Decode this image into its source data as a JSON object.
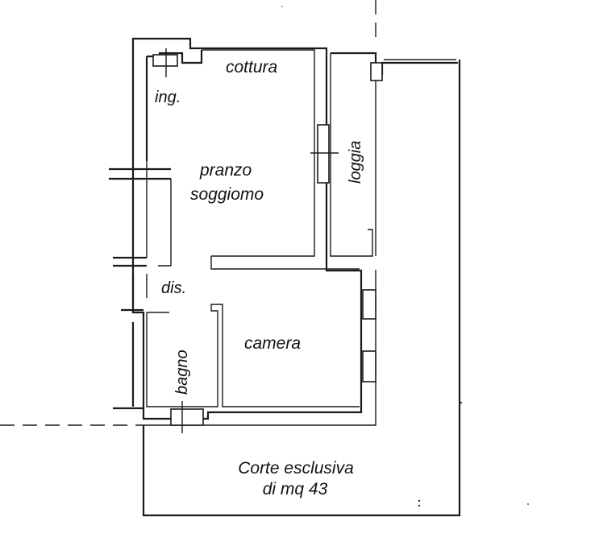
{
  "rooms": {
    "cottura": "cottura",
    "ingresso": "ing.",
    "pranzo": "pranzo",
    "soggiorno": "soggiomo",
    "loggia": "loggia",
    "disimpegno": "dis.",
    "camera": "camera",
    "bagno": "bagno"
  },
  "courtyard": {
    "line1": "Corte esclusiva",
    "line2": "di mq 43"
  }
}
